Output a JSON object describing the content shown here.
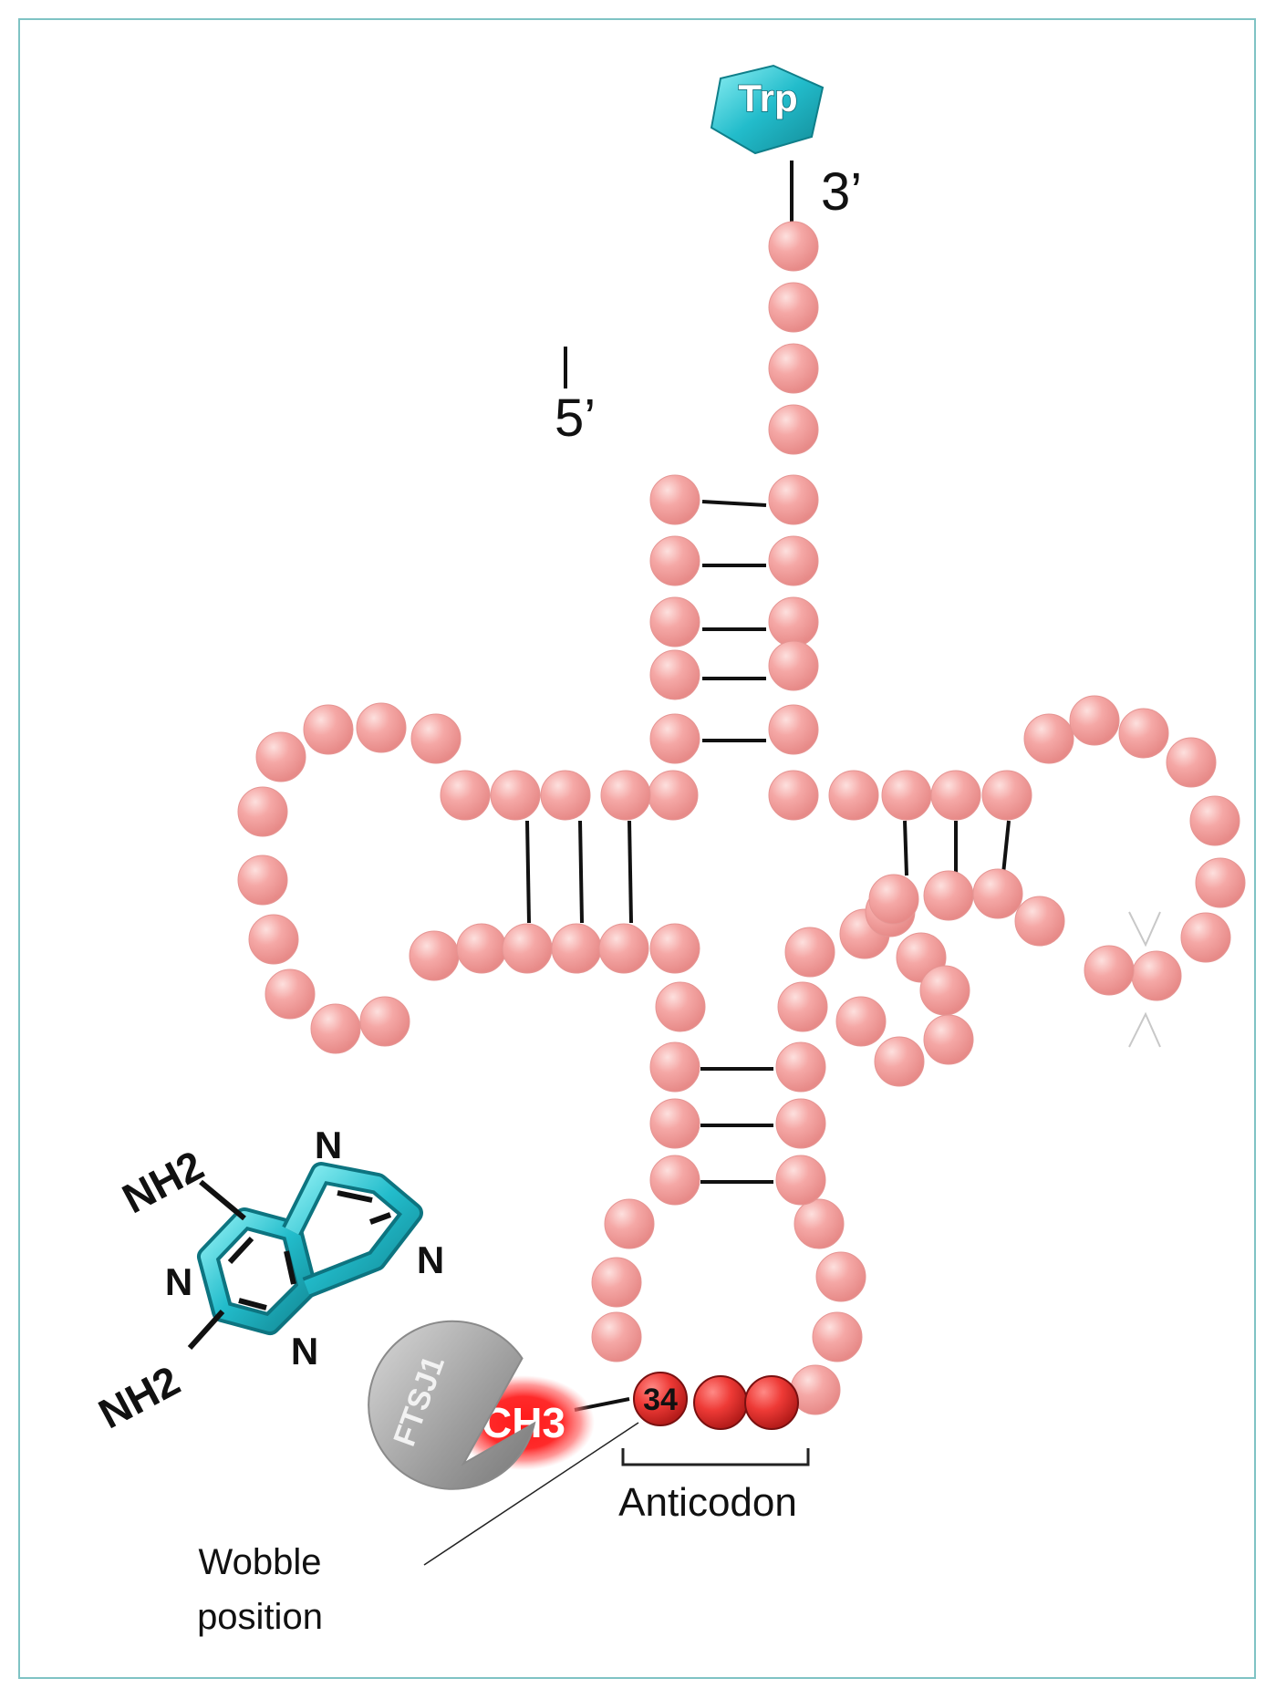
{
  "diagram": {
    "amino_acid": "Trp",
    "three_prime": "3’",
    "five_prime": "5’",
    "wobble_number": "34",
    "methyl_label": "CH3",
    "enzyme_label": "FTSJ1",
    "anticodon_label": "Anticodon",
    "wobble_label_line1": "Wobble",
    "wobble_label_line2": "position",
    "base_atoms": {
      "amino_top": "NH2",
      "amino_bottom": "NH2",
      "n_left": "N",
      "n_bottom": "N",
      "n_top": "N",
      "n_right": "N"
    }
  },
  "colors": {
    "nucleotide": "#f4a3a3",
    "anticodon": "#e8302f",
    "methyl_glow": "#ff1a1a",
    "base_ring": "#1fb3c2",
    "enzyme": "#9a9a9a",
    "frame": "#7fc3c4"
  }
}
